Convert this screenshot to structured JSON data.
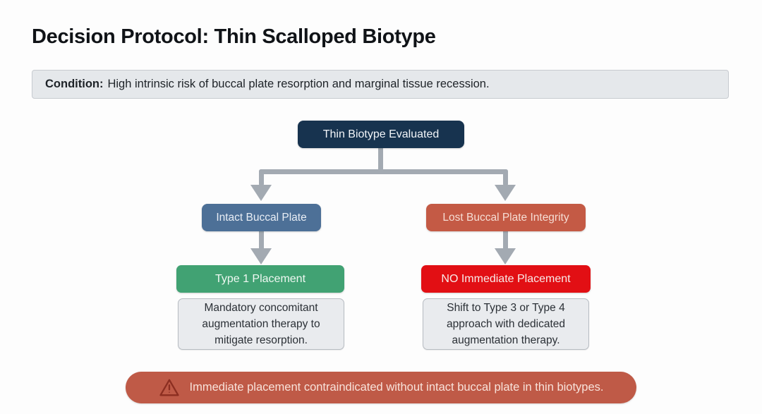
{
  "page": {
    "title": "Decision Protocol: Thin Scalloped Biotype"
  },
  "condition": {
    "label": "Condition:",
    "text": "High intrinsic risk of buccal plate resorption and marginal tissue recession."
  },
  "flowchart": {
    "root": {
      "label": "Thin Biotype Evaluated",
      "bg": "#17334f",
      "fg": "#f2f5f9"
    },
    "branches": [
      {
        "condition": {
          "label": "Intact Buccal Plate",
          "bg": "#4d7097",
          "fg": "#e9eef5"
        },
        "decision": {
          "label": "Type 1 Placement",
          "bg": "#41a273",
          "fg": "#eff8f2"
        },
        "note": "Mandatory concomitant augmentation therapy to mitigate resorption."
      },
      {
        "condition": {
          "label": "Lost Buccal Plate Integrity",
          "bg": "#c45a45",
          "fg": "#f6ddd4"
        },
        "decision": {
          "label": "NO Immediate Placement",
          "bg": "#e20f14",
          "fg": "#f8ebe9"
        },
        "note": "Shift to Type 3 or Type 4 approach with dedicated augmentation therapy."
      }
    ]
  },
  "warning": {
    "icon": "warning-triangle-icon",
    "text": "Immediate placement contraindicated without intact buccal plate in thin biotypes.",
    "bg": "#bf5a47",
    "fg": "#f8e2da",
    "icon_color": "#8c2e21"
  },
  "colors": {
    "connector": "#a3aab2",
    "page_background": "#fdfdfd",
    "note_background": "#e9ebee",
    "note_border": "#b7bcc2",
    "condition_bar_background": "#e5e8eb"
  }
}
